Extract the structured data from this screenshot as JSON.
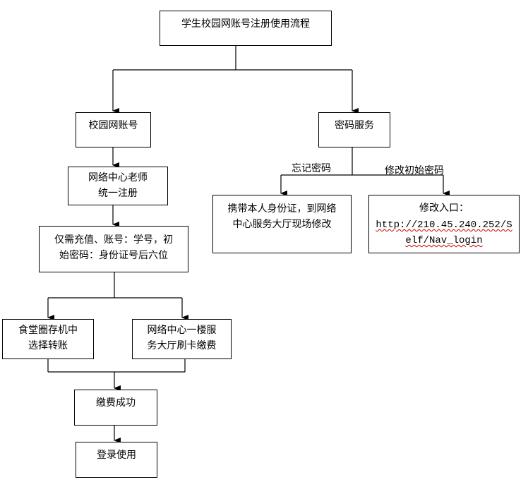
{
  "title": "学生校园网账号注册使用流程",
  "left": {
    "account": "校园网账号",
    "register": "网络中心老师\n统一注册",
    "info": "仅需充值、账号：学号，初\n始密码：身份证号后六位",
    "canteen": "食堂圈存机中\n选择转账",
    "hall": "网络中心一楼服\n务大厅刷卡缴费",
    "paid": "缴费成功",
    "login": "登录使用"
  },
  "right": {
    "service": "密码服务",
    "forgot_label": "忘记密码",
    "modify_label": "修改初始密码",
    "forgot_box": "携带本人身份证，到网络\n中心服务大厅现场修改",
    "modify_entry": "修改入口：",
    "url_line1": "http://210.45.240.252/S",
    "url_line2": "elf/Nav_login"
  }
}
